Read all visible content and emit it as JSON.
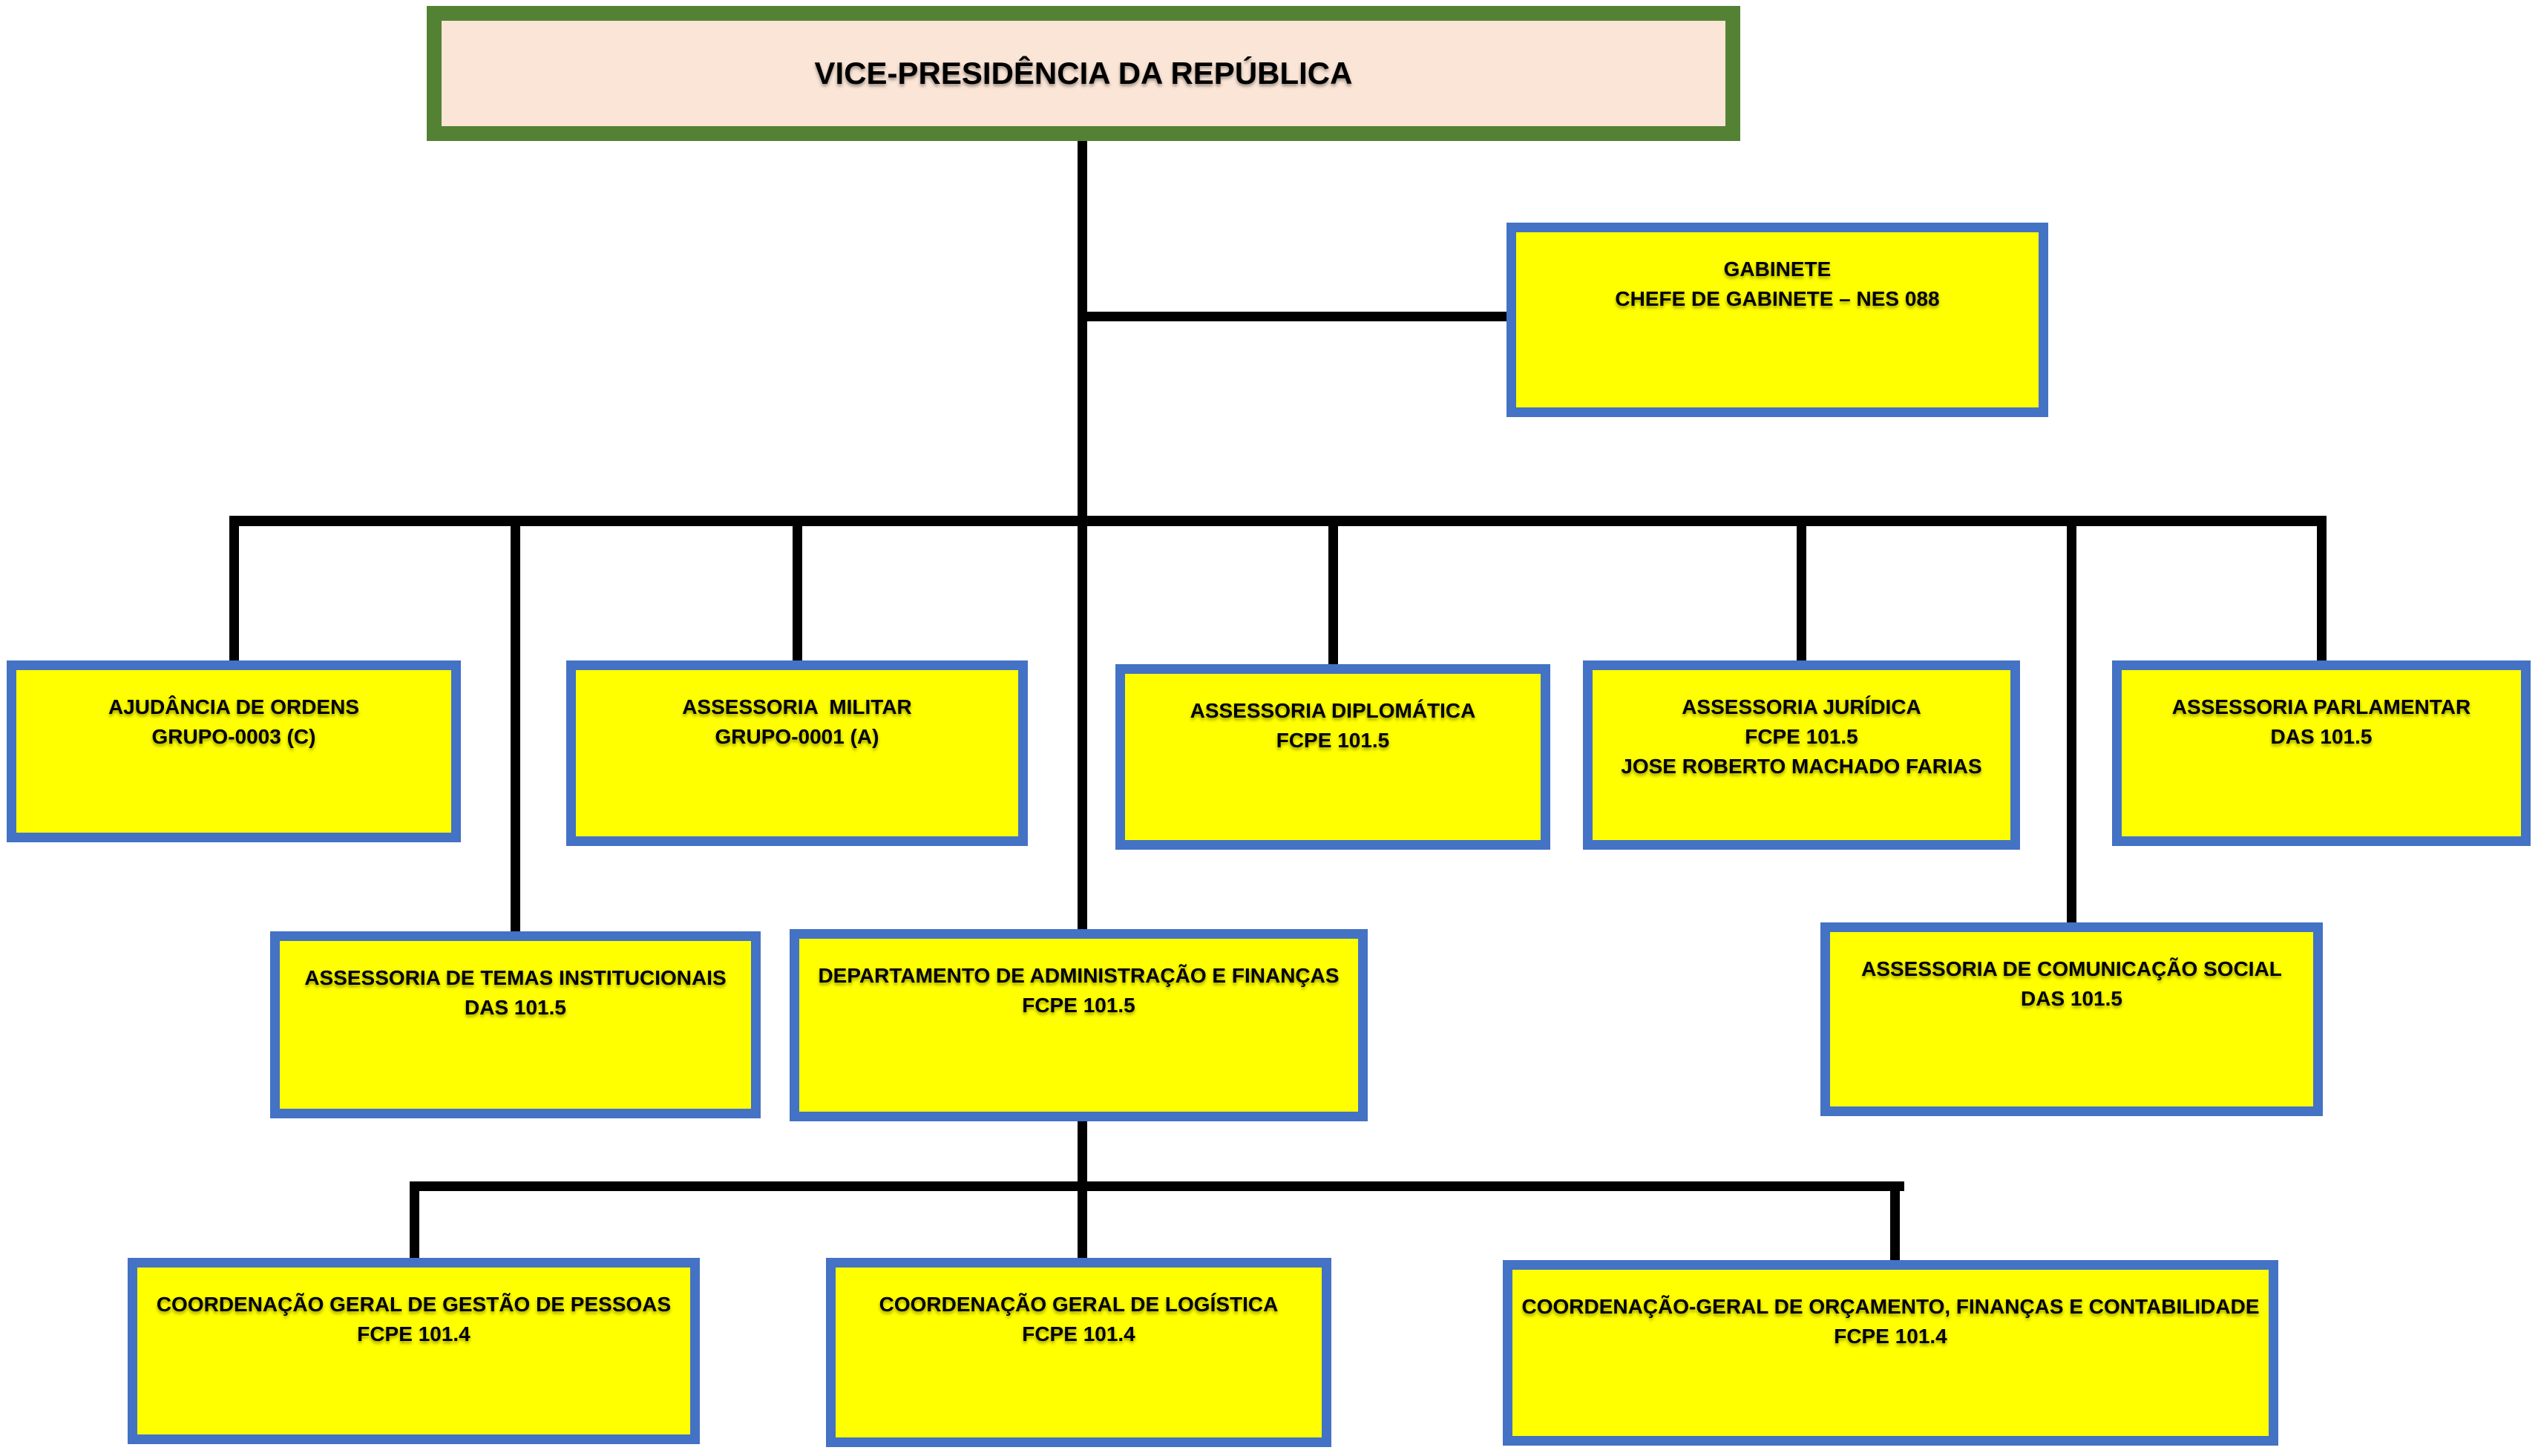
{
  "palette": {
    "box_fill": "#FFFF00",
    "box_border": "#4472C4",
    "root_fill": "#FBE5D6",
    "root_border": "#548235",
    "line_color": "#000000",
    "text_color": "#000000",
    "background": "#FFFFFF"
  },
  "chart_title": "VICE-PRESIDÊNCIA DA REPÚBLICA",
  "nodes": {
    "root": {
      "lines": [
        "VICE-PRESIDÊNCIA DA REPÚBLICA"
      ]
    },
    "gabinete": {
      "lines": [
        "GABINETE",
        "CHEFE DE GABINETE – NES 088"
      ]
    },
    "ajudancia": {
      "lines": [
        "AJUDÂNCIA DE ORDENS",
        "GRUPO-0003 (C)"
      ]
    },
    "militar": {
      "lines": [
        "ASSESSORIA  MILITAR",
        "GRUPO-0001 (A)"
      ]
    },
    "diplomatica": {
      "lines": [
        "ASSESSORIA DIPLOMÁTICA",
        "FCPE 101.5"
      ]
    },
    "juridica": {
      "lines": [
        "ASSESSORIA JURÍDICA",
        "FCPE 101.5",
        "JOSE ROBERTO MACHADO FARIAS"
      ]
    },
    "parlamentar": {
      "lines": [
        "ASSESSORIA PARLAMENTAR",
        "DAS 101.5"
      ]
    },
    "temas": {
      "lines": [
        "ASSESSORIA DE TEMAS INSTITUCIONAIS",
        "DAS 101.5"
      ]
    },
    "departamento": {
      "lines": [
        "DEPARTAMENTO DE ADMINISTRAÇÃO E FINANÇAS",
        "FCPE 101.5"
      ]
    },
    "comunicacao": {
      "lines": [
        "ASSESSORIA DE COMUNICAÇÃO SOCIAL",
        "DAS 101.5"
      ]
    },
    "gestao": {
      "lines": [
        "COORDENAÇÃO GERAL DE GESTÃO DE PESSOAS",
        "FCPE 101.4"
      ]
    },
    "logistica": {
      "lines": [
        "COORDENAÇÃO GERAL DE LOGÍSTICA",
        "FCPE 101.4"
      ]
    },
    "orcamento": {
      "lines": [
        "COORDENAÇÃO-GERAL DE ORÇAMENTO, FINANÇAS E CONTABILIDADE",
        "FCPE 101.4"
      ]
    }
  }
}
